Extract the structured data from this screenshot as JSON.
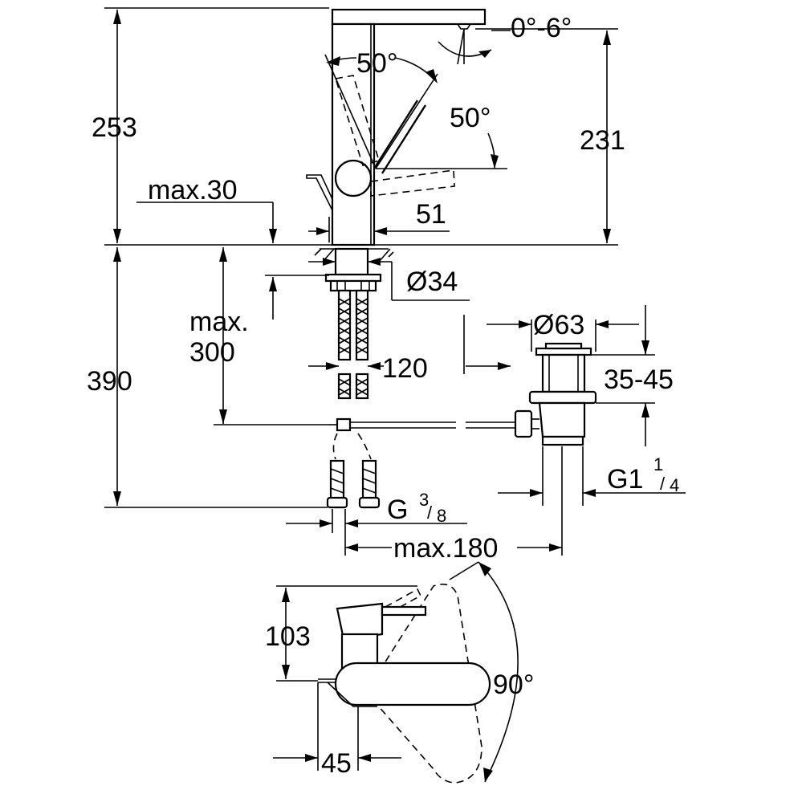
{
  "dimensions": {
    "total_height": "253",
    "spout_height": "231",
    "max_thickness": "max.30",
    "body_width": "51",
    "hole_diameter": "Ø34",
    "max_depth": "max.",
    "max_depth_value": "300",
    "hose_spacing": "120",
    "below_deck": "390",
    "drain_diameter": "Ø63",
    "drain_range": "35-45",
    "drain_thread": "G1",
    "drain_thread_num": "1",
    "drain_thread_den": "4",
    "hose_thread": "G",
    "hose_thread_num": "3",
    "hose_thread_den": "8",
    "max_reach": "max.180",
    "side_height": "103",
    "side_offset": "45",
    "lever_swing": "50°",
    "lever_swing_2": "50°",
    "spout_tilt": "0°-6°",
    "swivel_angle": "90°"
  },
  "colors": {
    "line": "#000000",
    "background": "#ffffff"
  }
}
